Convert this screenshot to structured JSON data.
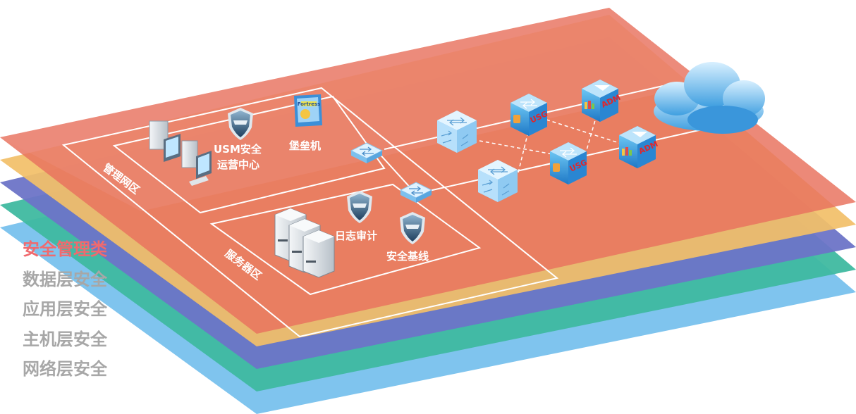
{
  "diagram": {
    "nodes": {
      "usm": {
        "label_line1": "USM安全",
        "label_line2": "运营中心",
        "icon": "shield-icon"
      },
      "bastion": {
        "label": "堡垒机",
        "icon": "fortress-box-icon",
        "box_text": "Fortress"
      },
      "log_audit": {
        "label": "日志审计",
        "icon": "shield-icon"
      },
      "baseline": {
        "label": "安全基线",
        "icon": "shield-icon"
      },
      "usg_top": {
        "box_text": "USG",
        "icon": "firewall-box-icon"
      },
      "usg_bottom": {
        "box_text": "USG",
        "icon": "firewall-box-icon"
      },
      "adm_top": {
        "box_text": "ADM",
        "icon": "adm-box-icon"
      },
      "adm_bottom": {
        "box_text": "ADM",
        "icon": "adm-box-icon"
      },
      "cloud": {
        "icon": "cloud-icon"
      },
      "servers": {
        "icon": "server-stack-icon"
      },
      "workstations": {
        "icon": "workstation-icon"
      }
    },
    "zones": {
      "management": "管理网区",
      "server": "服务器区"
    },
    "layers": [
      {
        "label": "安全管理类",
        "color": "#f06a6e",
        "active": true
      },
      {
        "label": "数据层安全",
        "color": "#e9b25e",
        "active": false
      },
      {
        "label": "应用层安全",
        "color": "#6b74c6",
        "active": false
      },
      {
        "label": "主机层安全",
        "color": "#39b79a",
        "active": false
      },
      {
        "label": "网络层安全",
        "color": "#4aa8e2",
        "active": false
      }
    ]
  }
}
